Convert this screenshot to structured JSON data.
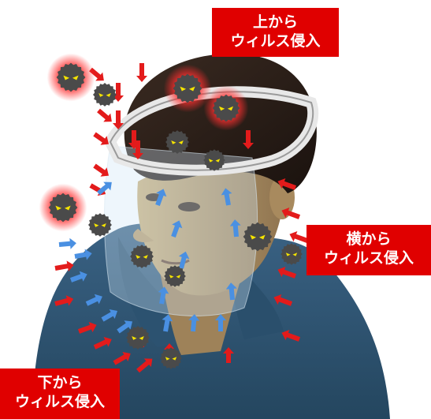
{
  "labels": {
    "top": {
      "line1": "上から",
      "line2": "ウィルス侵入"
    },
    "side": {
      "line1": "横から",
      "line2": "ウィルス侵入"
    },
    "bottom": {
      "line1": "下から",
      "line2": "ウィルス侵入"
    }
  },
  "colors": {
    "label_bg": "#e00000",
    "red_arrow": "#e31b1b",
    "blue_arrow": "#4a90e2",
    "virus_body": "#4a4a4a",
    "virus_eyes": "#f5e400",
    "virus_glow": "#ff4040",
    "shirt": "#2f5677",
    "hair": "#2a1e18",
    "skin": "#b89868"
  },
  "icons": [
    "virus-icon",
    "red-arrow-icon",
    "blue-arrow-icon"
  ]
}
